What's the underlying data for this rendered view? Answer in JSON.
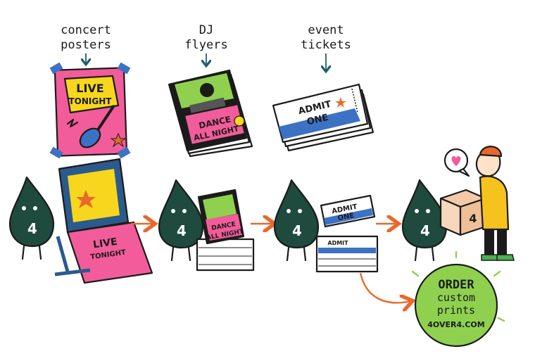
{
  "labels": {
    "posters": [
      "concert",
      "posters"
    ],
    "flyers": [
      "DJ",
      "flyers"
    ],
    "tickets": [
      "event",
      "tickets"
    ]
  },
  "poster": {
    "line1": "LIVE",
    "line2": "TONIGHT"
  },
  "flyer": {
    "line1": "DANCE",
    "line2": "ALL NIGHT"
  },
  "ticket": {
    "line1": "ADMIT",
    "line2": "ONE"
  },
  "mascot": {
    "number": "4"
  },
  "box": {
    "number": "4"
  },
  "cta": {
    "line1": "ORDER",
    "line2": "custom",
    "line3": "prints",
    "url": "4OVER4.COM"
  },
  "colors": {
    "mascot": "#1f4a3e",
    "pink": "#f25c9a",
    "yellow": "#f6d71d",
    "green": "#8fd14f",
    "arrow": "#e8692b",
    "press": "#2b5a8c",
    "ticket_blue": "#3c72c4",
    "label_arrow": "#1f5f6f"
  },
  "icons": [
    "heart-icon",
    "star-icon",
    "guitar-icon",
    "smiley-icon",
    "dj-icon",
    "lightning-icon"
  ]
}
